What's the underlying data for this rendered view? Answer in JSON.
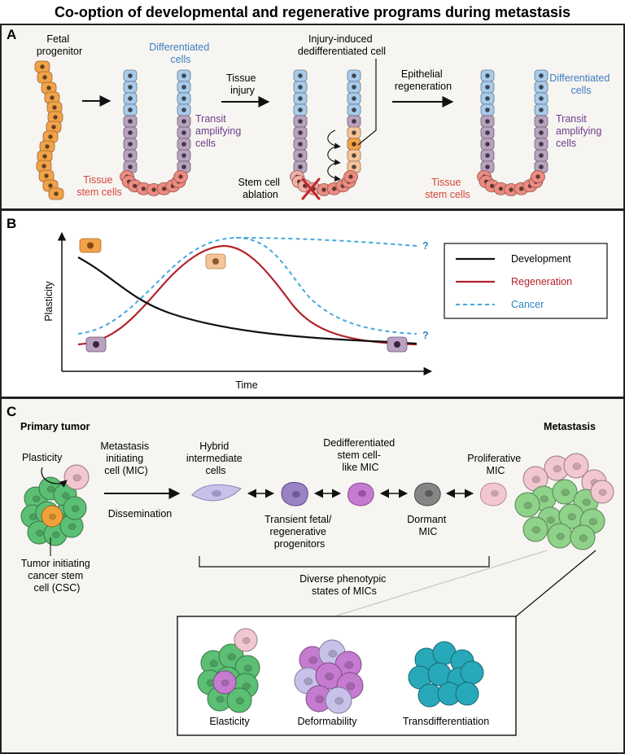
{
  "title": "Co-option of developmental and regenerative programs during metastasis",
  "colors": {
    "panel_bg": "#f7f5f1",
    "differentiated": "#a8cbea",
    "transit": "#b9a2bf",
    "stem": "#ec8b80",
    "fetal": "#f2a24a",
    "dedifferentiated": "#f6c49a",
    "development_line": "#111111",
    "regeneration_line": "#b2232a",
    "cancer_line": "#46a9dc",
    "tumor_green": "#5bbf74",
    "mic_pink": "#f2c7d0",
    "csc_orange": "#f0a238",
    "hybrid": "#c8c2ea",
    "transient": "#9a82c3",
    "dediff_mic": "#c57bd0",
    "dormant": "#858585",
    "teal": "#27a9b9"
  },
  "panelA": {
    "letter": "A",
    "fetal_label": [
      "Fetal",
      "progenitor"
    ],
    "differentiated_label": [
      "Differentiated",
      "cells"
    ],
    "transit_label": [
      "Transit",
      "amplifying",
      "cells"
    ],
    "stem_label": [
      "Tissue",
      "stem cells"
    ],
    "injury_label": [
      "Tissue",
      "injury"
    ],
    "dediff_label": [
      "Injury-induced",
      "dedifferentiated cell"
    ],
    "ablation_label": [
      "Stem cell",
      "ablation"
    ],
    "regeneration_label": [
      "Epithelial",
      "regeneration"
    ],
    "differentiated_label2": [
      "Differentiated",
      "cells"
    ],
    "transit_label2": [
      "Transit",
      "amplifying",
      "cells"
    ],
    "stem_label2": [
      "Tissue",
      "stem cells"
    ]
  },
  "panelB": {
    "letter": "B",
    "ylabel": "Plasticity",
    "xlabel": "Time",
    "question_top": "?",
    "question_bottom": "?",
    "legend": {
      "development": "Development",
      "regeneration": "Regeneration",
      "cancer": "Cancer"
    }
  },
  "panelC": {
    "letter": "C",
    "primary_tumor": "Primary tumor",
    "metastasis": "Metastasis",
    "plasticity": "Plasticity",
    "mic_label": [
      "Metastasis",
      "initiating",
      "cell (MIC)"
    ],
    "csc_label": [
      "Tumor initiating",
      "cancer stem",
      "cell (CSC)"
    ],
    "dissemination": "Dissemination",
    "hybrid_label": [
      "Hybrid",
      "intermediate",
      "cells"
    ],
    "dediff_mic_label": [
      "Dedifferentiated",
      "stem cell-",
      "like MIC"
    ],
    "proliferative_label": [
      "Proliferative",
      "MIC"
    ],
    "transient_label": [
      "Transient fetal/",
      "regenerative",
      "progenitors"
    ],
    "dormant_label": [
      "Dormant",
      "MIC"
    ],
    "diverse_label": [
      "Diverse phenotypic",
      "states of MICs"
    ],
    "inset": {
      "elasticity": "Elasticity",
      "deformability": "Deformability",
      "transdifferentiation": "Transdifferentiation"
    }
  }
}
